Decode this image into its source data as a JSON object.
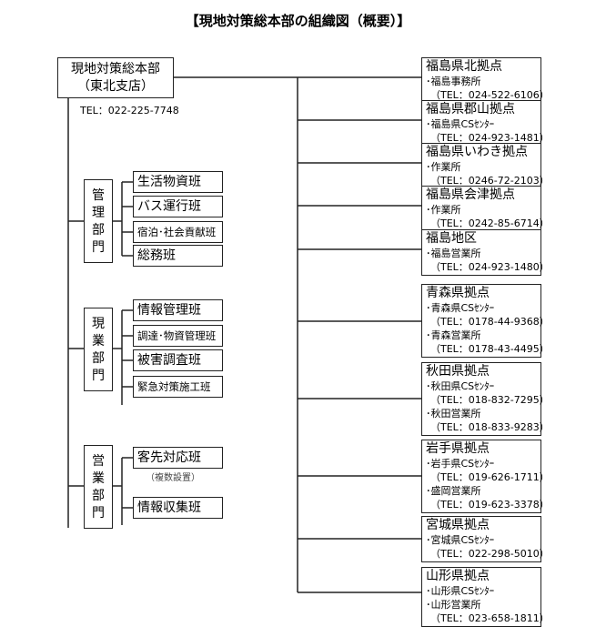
{
  "title": "【現地対策総本部の組織図（概要）】",
  "hq": {
    "line1": "現地対策総本部",
    "line2": "（東北支店）",
    "tel": "TEL：022-225-7748"
  },
  "departments": [
    {
      "name": "管理部門",
      "teams": [
        "生活物資班",
        "バス運行班",
        "宿泊･社会貢献班",
        "総務班"
      ]
    },
    {
      "name": "現業部門",
      "teams": [
        "情報管理班",
        "調達･物資管理班",
        "被害調査班",
        "緊急対策施工班"
      ]
    },
    {
      "name": "営業部門",
      "teams": [
        "客先対応班",
        "情報収集班"
      ],
      "note": "（複数設置）"
    }
  ],
  "sites": [
    {
      "name": "福島県北拠点",
      "lines": [
        "･福島事務所",
        "（TEL：024-522-6106）"
      ]
    },
    {
      "name": "福島県郡山拠点",
      "lines": [
        "･福島県CSｾﾝﾀｰ",
        "（TEL：024-923-1481）"
      ]
    },
    {
      "name": "福島県いわき拠点",
      "lines": [
        "･作業所",
        "（TEL：0246-72-2103）"
      ]
    },
    {
      "name": "福島県会津拠点",
      "lines": [
        "･作業所",
        "（TEL：0242-85-6714）"
      ]
    },
    {
      "name": "福島地区",
      "lines": [
        "･福島営業所",
        "（TEL：024-923-1480）"
      ]
    },
    {
      "name": "青森県拠点",
      "lines": [
        "･青森県CSｾﾝﾀｰ",
        "（TEL：0178-44-9368）",
        "･青森営業所",
        "（TEL：0178-43-4495）"
      ]
    },
    {
      "name": "秋田県拠点",
      "lines": [
        "･秋田県CSｾﾝﾀｰ",
        "（TEL：018-832-7295）",
        "･秋田営業所",
        "（TEL：018-833-9283）"
      ]
    },
    {
      "name": "岩手県拠点",
      "lines": [
        "･岩手県CSｾﾝﾀｰ",
        "（TEL：019-626-1711）",
        "･盛岡営業所",
        "（TEL：019-623-3378）"
      ]
    },
    {
      "name": "宮城県拠点",
      "lines": [
        "･宮城県CSｾﾝﾀｰ",
        "（TEL：022-298-5010）"
      ]
    },
    {
      "name": "山形県拠点",
      "lines": [
        "･山形県CSｾﾝﾀｰ",
        "･山形営業所",
        "（TEL：023-658-1811）"
      ]
    }
  ]
}
